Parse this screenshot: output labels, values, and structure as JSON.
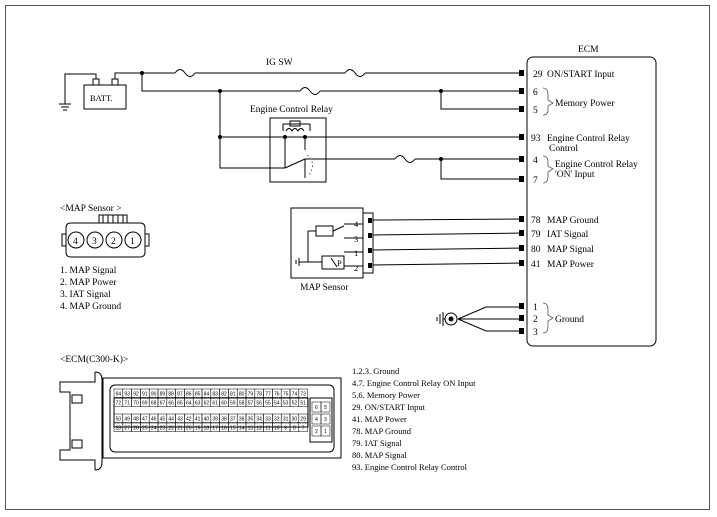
{
  "ecm": {
    "title": "ECM",
    "pins": [
      {
        "num": "29",
        "label": "ON/START Input"
      },
      {
        "num": "6",
        "label": ""
      },
      {
        "num": "5",
        "label": ""
      },
      {
        "num": "93",
        "label": "Engine Control Relay"
      },
      {
        "num": "4",
        "label": ""
      },
      {
        "num": "7",
        "label": ""
      },
      {
        "num": "78",
        "label": "MAP Ground"
      },
      {
        "num": "79",
        "label": "IAT Signal"
      },
      {
        "num": "80",
        "label": "MAP Signal"
      },
      {
        "num": "41",
        "label": "MAP Power"
      },
      {
        "num": "1",
        "label": ""
      },
      {
        "num": "2",
        "label": ""
      },
      {
        "num": "3",
        "label": ""
      }
    ],
    "label_control": "Control",
    "label_memory_power": "Memory Power",
    "label_relay_on_1": "Engine Control Relay",
    "label_relay_on_2": "'ON' Input",
    "label_ground": "Ground"
  },
  "battery": {
    "label": "BATT."
  },
  "ig_sw": {
    "label": "IG SW"
  },
  "relay": {
    "label": "Engine Control Relay"
  },
  "map_sensor_box": {
    "label": "MAP Sensor",
    "pins": [
      "4",
      "3",
      "1",
      "2"
    ],
    "p_label": "P"
  },
  "map_connector": {
    "title": "<MAP Sensor  >",
    "pins": [
      "4",
      "3",
      "2",
      "1"
    ],
    "legend": [
      "1. MAP Signal",
      "2.  MAP Power",
      "3.  IAT Signal",
      "4. MAP  Ground"
    ]
  },
  "ecm_connector": {
    "title": "<ECM(C300-K)>",
    "row1": [
      "94",
      "93",
      "92",
      "91",
      "90",
      "89",
      "88",
      "87",
      "86",
      "85",
      "84",
      "83",
      "82",
      "81",
      "80",
      "79",
      "78",
      "77",
      "76",
      "75",
      "74",
      "73"
    ],
    "row2": [
      "72",
      "71",
      "70",
      "69",
      "68",
      "67",
      "66",
      "65",
      "64",
      "63",
      "62",
      "61",
      "60",
      "59",
      "58",
      "57",
      "56",
      "55",
      "54",
      "53",
      "52",
      "51"
    ],
    "row3": [
      "50",
      "49",
      "48",
      "47",
      "46",
      "45",
      "44",
      "43",
      "42",
      "41",
      "40",
      "39",
      "38",
      "37",
      "36",
      "35",
      "34",
      "33",
      "32",
      "31",
      "30",
      "29"
    ],
    "row4": [
      "28",
      "27",
      "26",
      "25",
      "24",
      "23",
      "22",
      "21",
      "20",
      "19",
      "18",
      "17",
      "16",
      "15",
      "14",
      "13",
      "12",
      "11",
      "10",
      "9",
      "8",
      "7"
    ],
    "side": [
      [
        "6",
        "5"
      ],
      [
        "4",
        "3"
      ],
      [
        "2",
        "1"
      ]
    ]
  },
  "pin_legend": [
    "1.2.3.  Ground",
    "4.7. Engine Control Relay ON Input",
    "5.6.  Memory Power",
    "29.  ON/START Input",
    "41.  MAP Power",
    "78.  MAP  Ground",
    "79.  IAT Signal",
    "80.  MAP Signal",
    "93.  Engine Control Relay Control"
  ]
}
